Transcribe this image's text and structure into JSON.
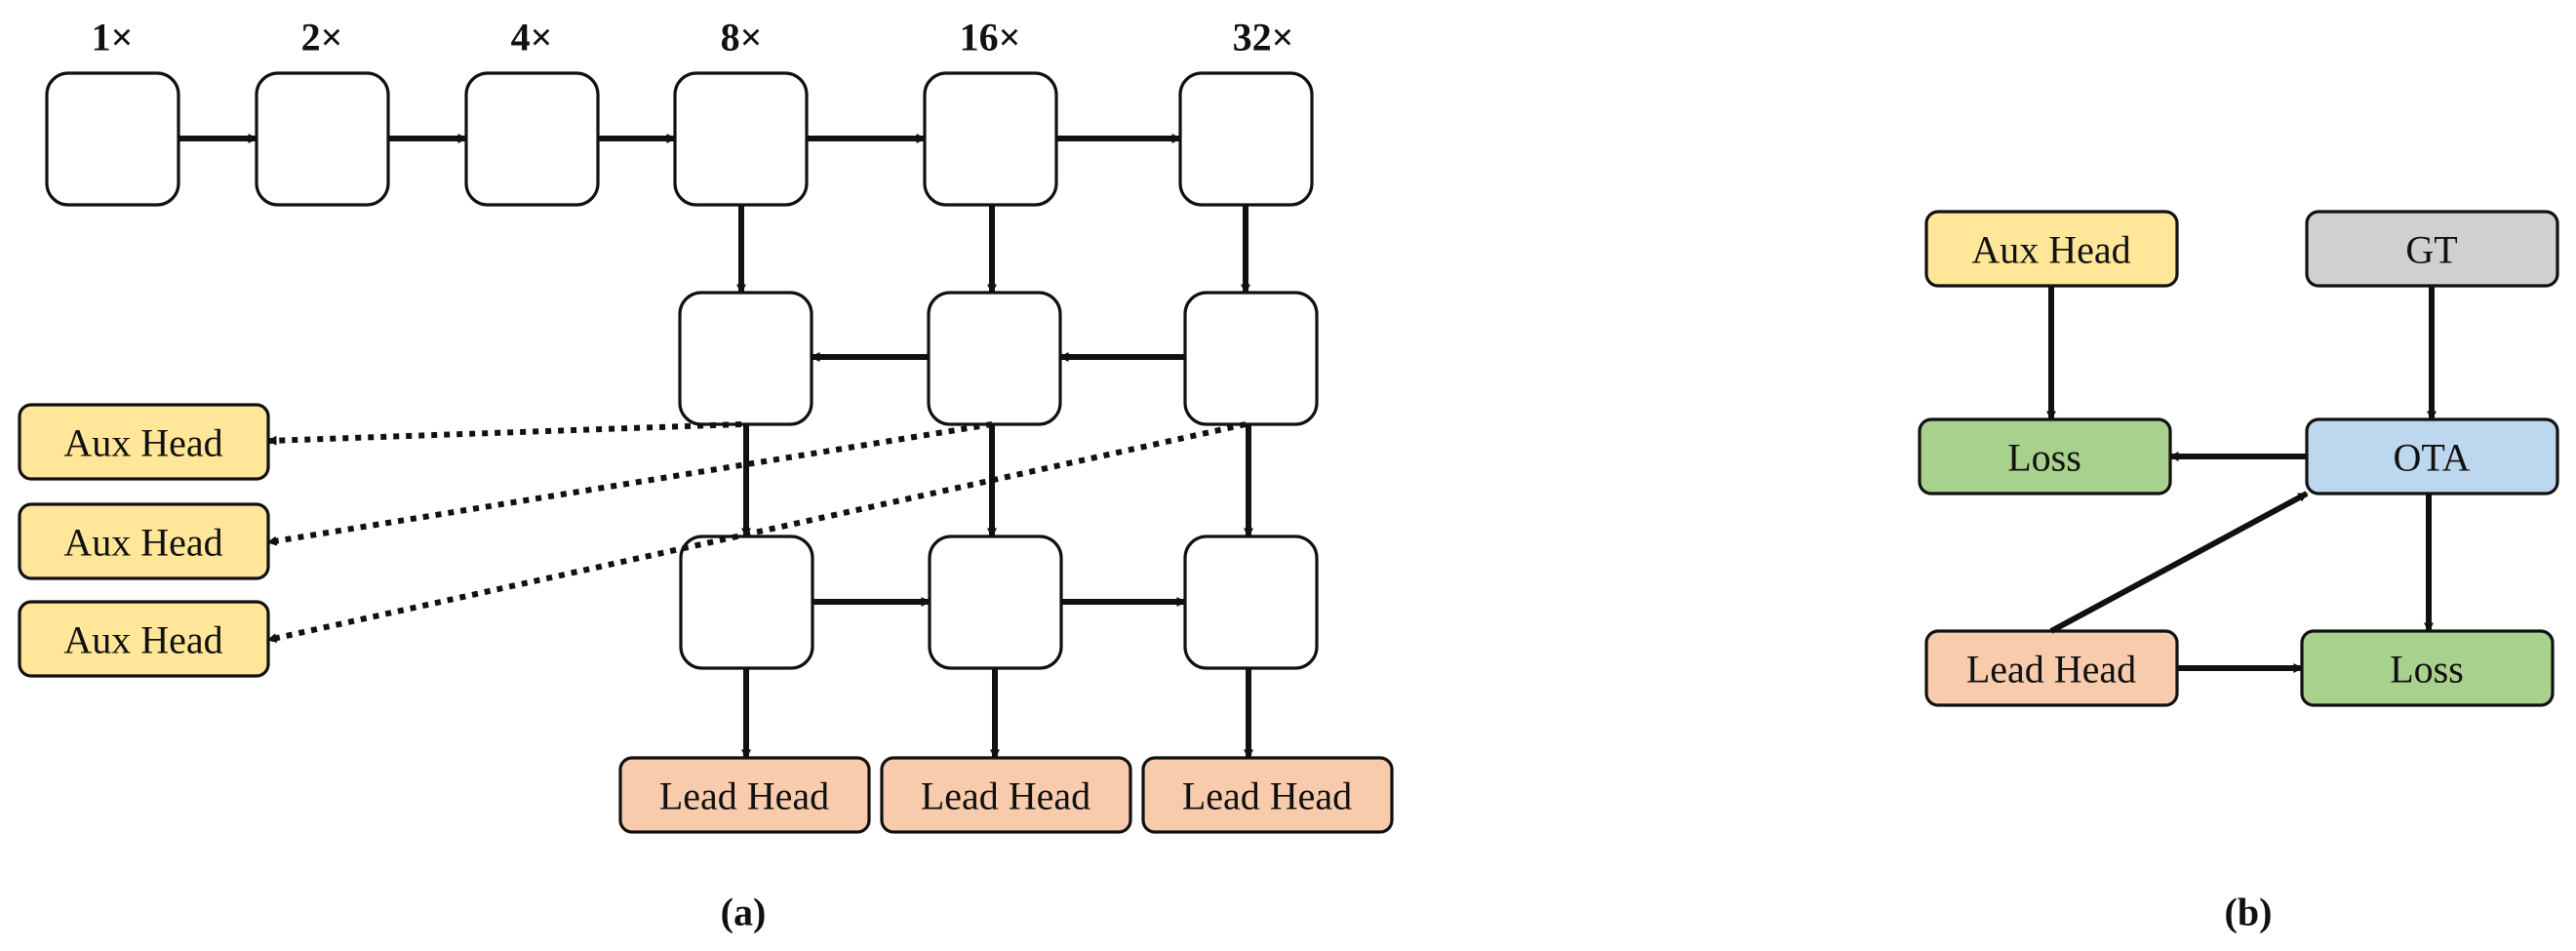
{
  "panel_a": {
    "scales": [
      "1×",
      "2×",
      "4×",
      "8×",
      "16×",
      "32×"
    ],
    "aux_heads": [
      "Aux Head",
      "Aux Head",
      "Aux Head"
    ],
    "lead_heads": [
      "Lead Head",
      "Lead Head",
      "Lead Head"
    ],
    "caption": "(a)"
  },
  "panel_b": {
    "aux_head": "Aux Head",
    "gt": "GT",
    "loss_top": "Loss",
    "ota": "OTA",
    "lead_head": "Lead Head",
    "loss_bottom": "Loss",
    "caption": "(b)"
  },
  "colors": {
    "aux_head": "#FFE699",
    "lead_head": "#F8CBAD",
    "loss": "#A9D18E",
    "ota": "#BDD7EE",
    "gt": "#D0D0D0",
    "stroke": "#111111"
  }
}
